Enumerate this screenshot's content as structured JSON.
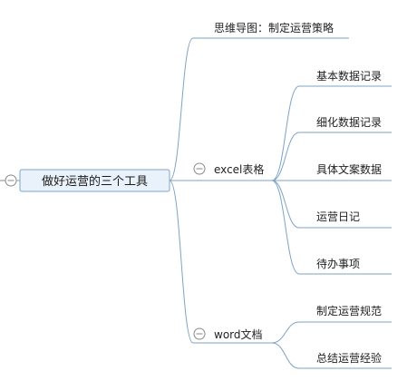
{
  "root": {
    "label": "做好运营的三个工具",
    "fill": "#e9f2fa",
    "stroke": "#7ea5c8"
  },
  "branch_color": "#7fa3c3",
  "toggle_color": "#888888",
  "branches": [
    {
      "label": "思维导图：制定运营策略",
      "collapsible": false,
      "children": []
    },
    {
      "label": "excel表格",
      "collapsible": true,
      "children": [
        "基本数据记录",
        "细化数据记录",
        "具体文案数据",
        "运营日记",
        "待办事项"
      ]
    },
    {
      "label": "word文档",
      "collapsible": true,
      "children": [
        "制定运营规范",
        "总结运营经验"
      ]
    }
  ]
}
